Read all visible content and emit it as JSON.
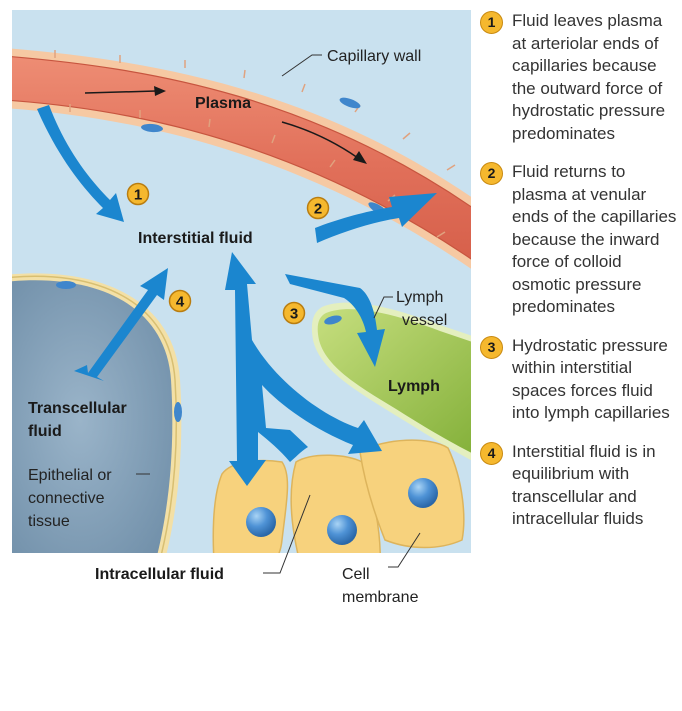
{
  "labels": {
    "capillary_wall": "Capillary wall",
    "plasma": "Plasma",
    "interstitial_fluid": "Interstitial fluid",
    "lymph_vessel_1": "Lymph",
    "lymph_vessel_2": "vessel",
    "lymph": "Lymph",
    "transcellular_1": "Transcellular",
    "transcellular_2": "fluid",
    "epithelial_1": "Epithelial or",
    "epithelial_2": "connective",
    "epithelial_3": "tissue",
    "intracellular": "Intracellular fluid",
    "cell_membrane_1": "Cell",
    "cell_membrane_2": "membrane"
  },
  "markers": [
    "1",
    "2",
    "3",
    "4"
  ],
  "legend": [
    {
      "num": "1",
      "text": "Fluid leaves plasma at arteriolar ends of capillaries because the outward force of hydrostatic pressure predominates"
    },
    {
      "num": "2",
      "text": "Fluid returns to plasma at venular ends of the capillaries because the inward force of colloid osmotic pressure predominates"
    },
    {
      "num": "3",
      "text": "Hydrostatic pressure within interstitial spaces forces fluid into lymph capillaries"
    },
    {
      "num": "4",
      "text": "Interstitial fluid is in equilibrium with transcellular and intracellular fluids"
    }
  ],
  "colors": {
    "background": "#c9e1ef",
    "capillary": "#e1705a",
    "transcellular": "#7f9db5",
    "lymph": "#9cc24f",
    "cell": "#f7d27d",
    "nucleus": "#3f86cc",
    "arrow": "#1b86cf",
    "marker": "#f5b82e"
  }
}
